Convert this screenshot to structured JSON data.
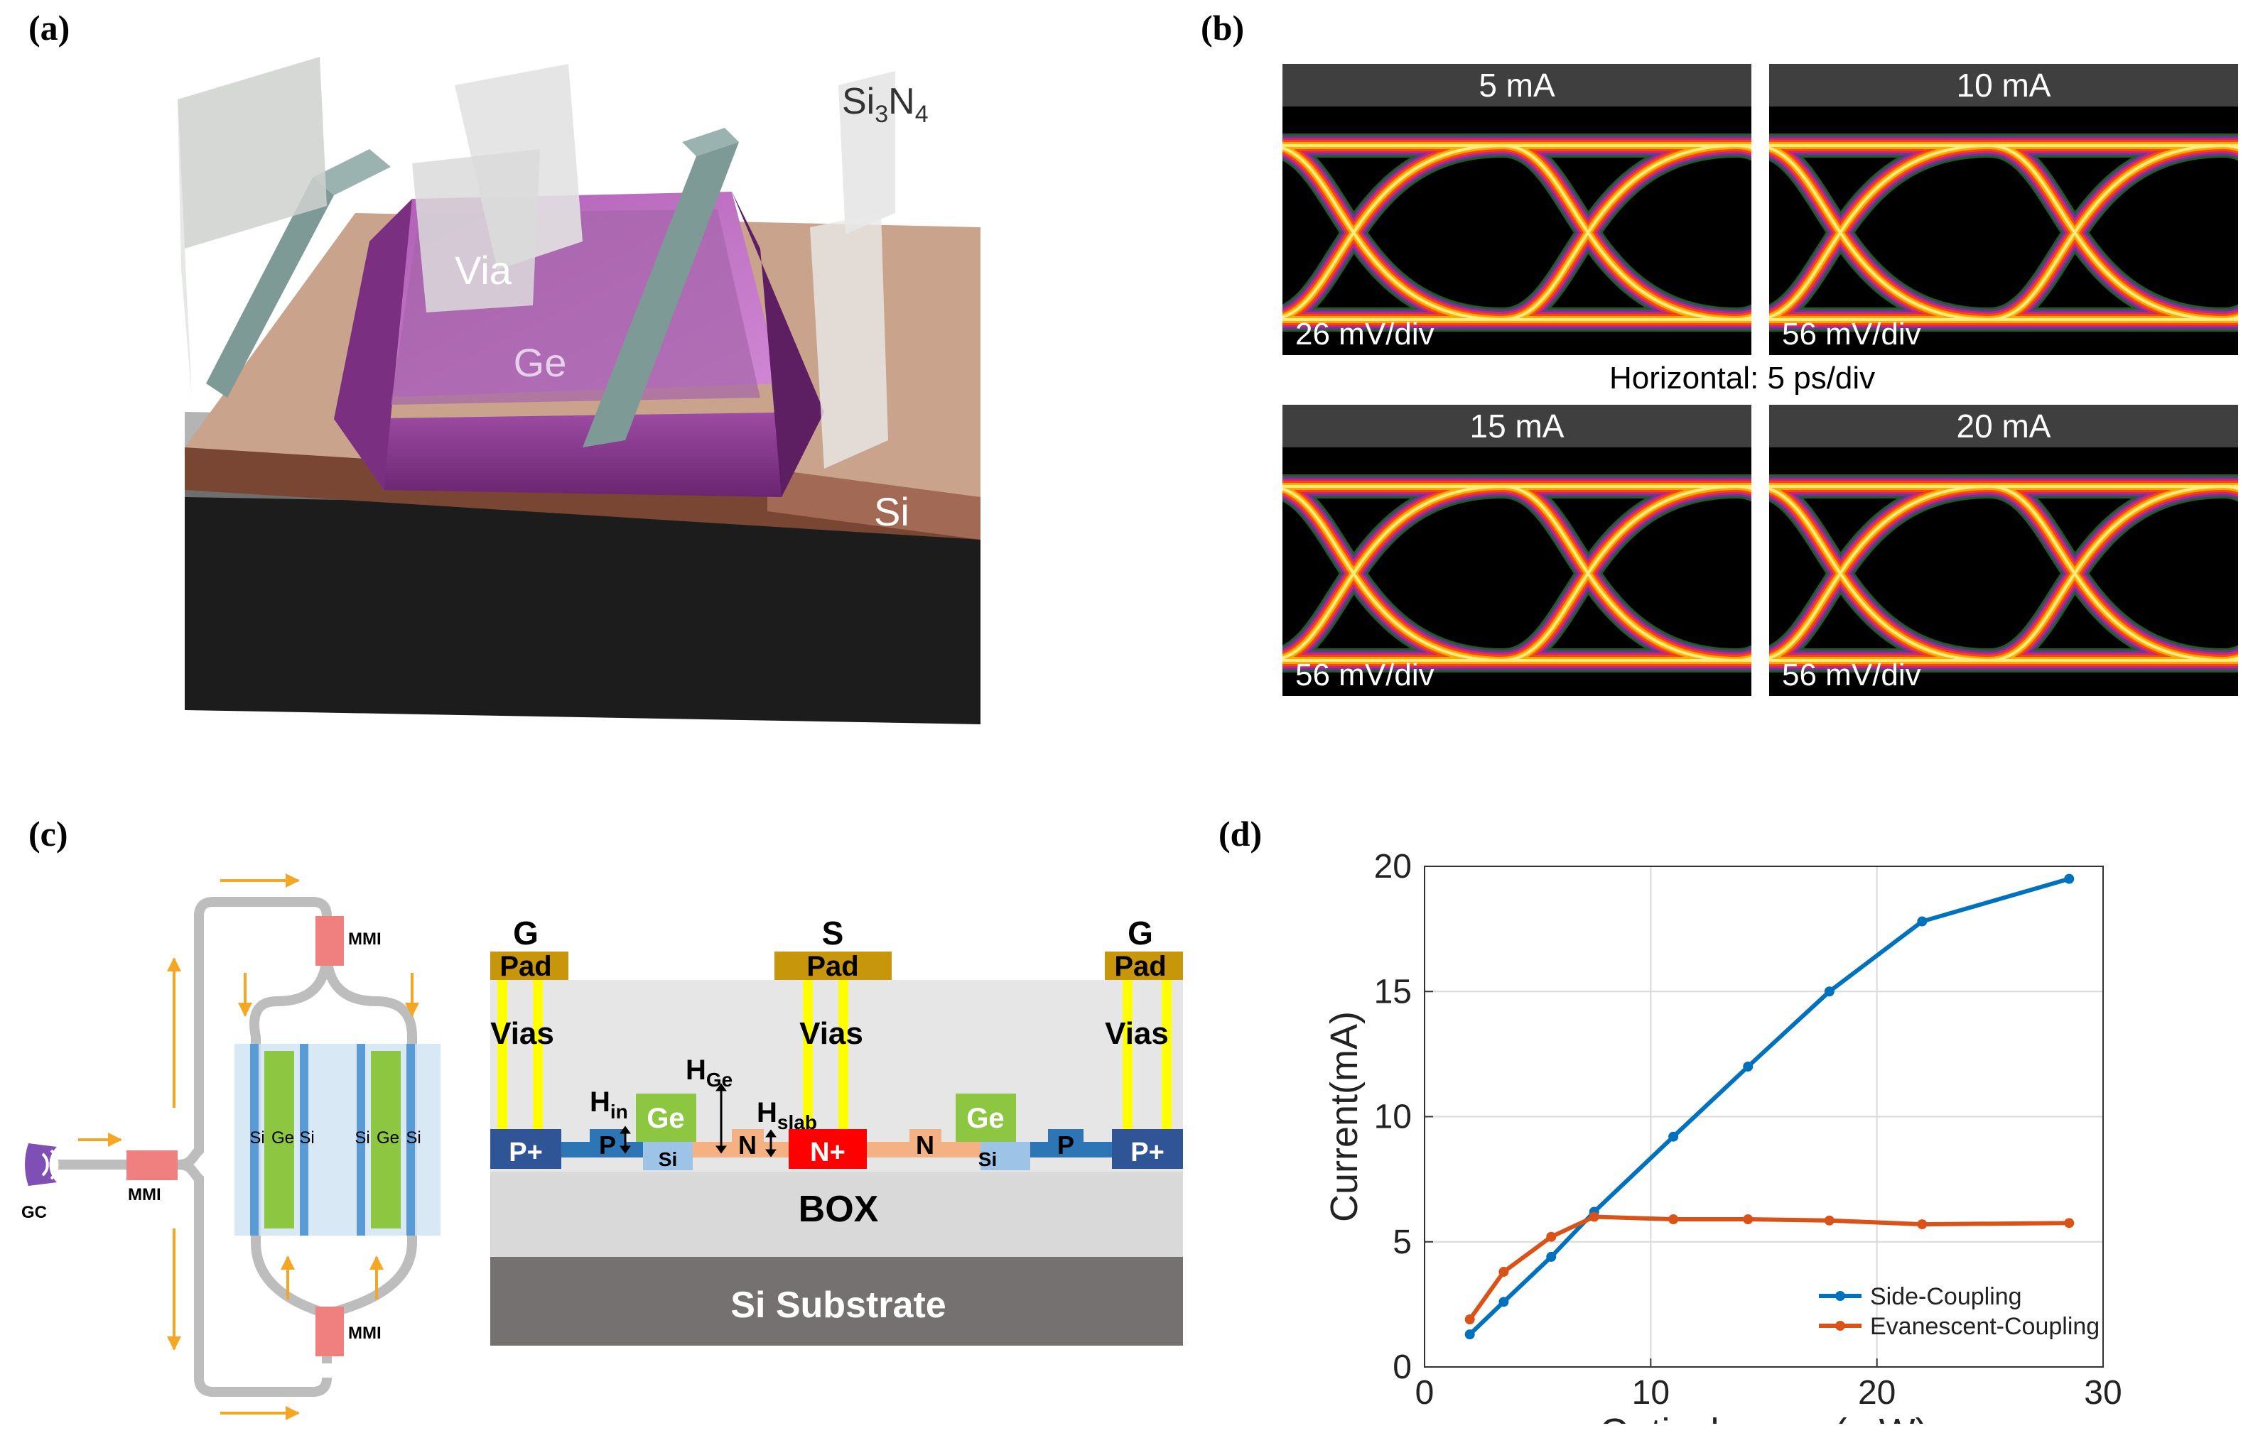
{
  "panels": {
    "a": {
      "label": "(a)",
      "via": "Via",
      "si3n4_main": "Si",
      "si3n4_sub3": "3",
      "si3n4_n": "N",
      "si3n4_sub4": "4",
      "ge": "Ge",
      "si": "Si"
    },
    "b": {
      "label": "(b)",
      "horizontal": "Horizontal: 5 ps/div",
      "eyes": [
        {
          "current": "5 mA",
          "scale": "26 mV/div"
        },
        {
          "current": "10 mA",
          "scale": "56 mV/div"
        },
        {
          "current": "15 mA",
          "scale": "56 mV/div"
        },
        {
          "current": "20 mA",
          "scale": "56 mV/div"
        }
      ]
    },
    "c": {
      "label": "(c)",
      "gc": "GC",
      "mmi_left": "MMI",
      "mmi_top": "MMI",
      "mmi_bottom": "MMI",
      "strip_labels": [
        "Si",
        "Ge",
        "Si",
        "Si",
        "Ge",
        "Si"
      ],
      "g_left": "G",
      "s": "S",
      "g_right": "G",
      "pad": "Pad",
      "vias": "Vias",
      "p_plus": "P+",
      "p": "P",
      "n": "N",
      "n_plus": "N+",
      "ge": "Ge",
      "si": "Si",
      "h_in": "H",
      "h_in_sub": "in",
      "h_ge": "H",
      "h_ge_sub": "Ge",
      "h_slab": "H",
      "h_slab_sub": "slab",
      "box": "BOX",
      "substrate": "Si Substrate"
    },
    "d": {
      "label": "(d)"
    }
  },
  "colors": {
    "ge_purple": "#8a3a8e",
    "si_copper": "#b8856a",
    "sin_teal": "#7d9a96",
    "pad_gold": "#c8960a",
    "via_yellow": "#ffff00",
    "ge_green": "#8dc641",
    "p_blue": "#2f5597",
    "n_orange": "#f4b183",
    "n_plus_red": "#ff0000",
    "mmi_pink": "#f08080",
    "arrow_orange": "#f5a623",
    "side_blue": "#0072bd",
    "evan_orange": "#d95319"
  },
  "chart_data": {
    "type": "line",
    "xlabel": "Optical power(mW)",
    "ylabel": "Current(mA)",
    "xlim": [
      0,
      30
    ],
    "ylim": [
      0,
      20
    ],
    "xticks": [
      0,
      10,
      20,
      30
    ],
    "yticks": [
      0,
      5,
      10,
      15,
      20
    ],
    "grid": true,
    "legend_position": "bottom-right",
    "series": [
      {
        "name": "Side-Coupling",
        "color": "#0072bd",
        "x": [
          2.0,
          3.5,
          5.6,
          7.5,
          11.0,
          14.3,
          17.9,
          22.0,
          28.5
        ],
        "y": [
          1.3,
          2.6,
          4.4,
          6.2,
          9.2,
          12.0,
          15.0,
          17.8,
          19.5
        ]
      },
      {
        "name": "Evanescent-Coupling",
        "color": "#d95319",
        "x": [
          2.0,
          3.5,
          5.6,
          7.5,
          11.0,
          14.3,
          17.9,
          22.0,
          28.5
        ],
        "y": [
          1.9,
          3.8,
          5.2,
          6.0,
          5.9,
          5.9,
          5.85,
          5.7,
          5.75
        ]
      }
    ]
  }
}
